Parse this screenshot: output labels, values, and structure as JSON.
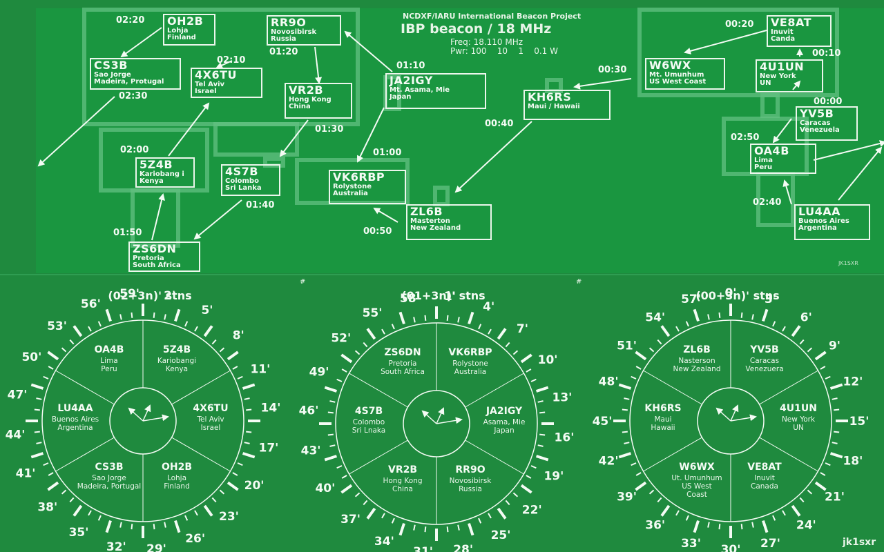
{
  "header": {
    "project": "NCDXF/IARU International Beacon Project",
    "title": "IBP beacon / 18 MHz",
    "freq": "Freq: 18.110 MHz",
    "pwr": "Pwr: 100    10    1    0.1 W"
  },
  "credit_top": "JK1SXR",
  "credit_bottom": "jk1sxr",
  "hash_marks": [
    "#",
    "#"
  ],
  "stations": [
    {
      "call": "OH2B",
      "l1": "Lohja",
      "l2": "Finland"
    },
    {
      "call": "RR9O",
      "l1": "Novosibirsk",
      "l2": "Russia"
    },
    {
      "call": "CS3B",
      "l1": "Sao Jorge",
      "l2": "Madeira, Protugal"
    },
    {
      "call": "4X6TU",
      "l1": "Tel Aviv",
      "l2": "Israel"
    },
    {
      "call": "VR2B",
      "l1": "Hong Kong",
      "l2": "China"
    },
    {
      "call": "JA2IGY",
      "l1": "Mt. Asama, Mie",
      "l2": "Japan"
    },
    {
      "call": "5Z4B",
      "l1": "Kariobang i",
      "l2": "Kenya"
    },
    {
      "call": "4S7B",
      "l1": "Colombo",
      "l2": "Sri Lanka"
    },
    {
      "call": "VK6RBP",
      "l1": "Rolystone",
      "l2": "Australia"
    },
    {
      "call": "ZS6DN",
      "l1": "Pretoria",
      "l2": "South Africa"
    },
    {
      "call": "ZL6B",
      "l1": "Masterton",
      "l2": "New Zealand"
    },
    {
      "call": "KH6RS",
      "l1": "Maui / Hawaii",
      "l2": ""
    },
    {
      "call": "VE8AT",
      "l1": "Inuvit",
      "l2": "Canda"
    },
    {
      "call": "W6WX",
      "l1": "Mt. Umunhum",
      "l2": "US West Coast"
    },
    {
      "call": "4U1UN",
      "l1": "New York",
      "l2": "UN"
    },
    {
      "call": "YV5B",
      "l1": "Caracas",
      "l2": "Venezuela"
    },
    {
      "call": "OA4B",
      "l1": "Lima",
      "l2": "Peru"
    },
    {
      "call": "LU4AA",
      "l1": "Buenos Aires",
      "l2": "Argentina"
    }
  ],
  "times": [
    "02:20",
    "02:10",
    "01:20",
    "02:30",
    "01:10",
    "02:00",
    "01:30",
    "01:00",
    "01:50",
    "01:40",
    "00:50",
    "00:40",
    "00:30",
    "00:20",
    "00:10",
    "00:00",
    "02:50",
    "02:40"
  ],
  "dials": [
    {
      "title": "(02+3n)' stns",
      "minutes": [
        "59'",
        "2'",
        "5'",
        "8'",
        "11'",
        "14'",
        "17'",
        "20'",
        "23'",
        "26'",
        "29'",
        "32'",
        "35'",
        "38'",
        "41'",
        "44'",
        "47'",
        "50'",
        "53'",
        "56'"
      ],
      "sectors": [
        {
          "call": "5Z4B",
          "l1": "Kariobangi",
          "l2": "Kenya"
        },
        {
          "call": "4X6TU",
          "l1": "Tel Aviv",
          "l2": "Israel"
        },
        {
          "call": "OH2B",
          "l1": "Lohja",
          "l2": "Finland"
        },
        {
          "call": "CS3B",
          "l1": "Sao Jorge",
          "l2": "Madeira, Portugal"
        },
        {
          "call": "LU4AA",
          "l1": "Buenos Aires",
          "l2": "Argentina"
        },
        {
          "call": "OA4B",
          "l1": "Lima",
          "l2": "Peru"
        }
      ]
    },
    {
      "title": "(01+3n)' stns",
      "minutes": [
        "1'",
        "4'",
        "7'",
        "10'",
        "13'",
        "16'",
        "19'",
        "22'",
        "25'",
        "28'",
        "31'",
        "34'",
        "37'",
        "40'",
        "43'",
        "46'",
        "49'",
        "52'",
        "55'",
        "58'"
      ],
      "sectors": [
        {
          "call": "VK6RBP",
          "l1": "Rolystone",
          "l2": "Australia"
        },
        {
          "call": "JA2IGY",
          "l1": "Asama, Mie",
          "l2": "Japan"
        },
        {
          "call": "RR9O",
          "l1": "Novosibirsk",
          "l2": "Russia"
        },
        {
          "call": "VR2B",
          "l1": "Hong Kong",
          "l2": "China"
        },
        {
          "call": "4S7B",
          "l1": "Colombo",
          "l2": "Sri Lnaka"
        },
        {
          "call": "ZS6DN",
          "l1": "Pretoria",
          "l2": "South Africa"
        }
      ]
    },
    {
      "title": "(00+3n)' stns",
      "minutes": [
        "0'",
        "3'",
        "6'",
        "9'",
        "12'",
        "15'",
        "18'",
        "21'",
        "24'",
        "27'",
        "30'",
        "33'",
        "36'",
        "39'",
        "42'",
        "45'",
        "48'",
        "51'",
        "54'",
        "57'"
      ],
      "sectors": [
        {
          "call": "YV5B",
          "l1": "Caracas",
          "l2": "Venezuera"
        },
        {
          "call": "4U1UN",
          "l1": "New York",
          "l2": "UN"
        },
        {
          "call": "VE8AT",
          "l1": "Inuvit",
          "l2": "Canada"
        },
        {
          "call": "W6WX",
          "l1": "Ut. Umunhum",
          "l2": "US West",
          "l3": "Coast"
        },
        {
          "call": "KH6RS",
          "l1": "Maui",
          "l2": "Hawaii"
        },
        {
          "call": "ZL6B",
          "l1": "Nasterson",
          "l2": "New Zealand"
        }
      ]
    }
  ]
}
